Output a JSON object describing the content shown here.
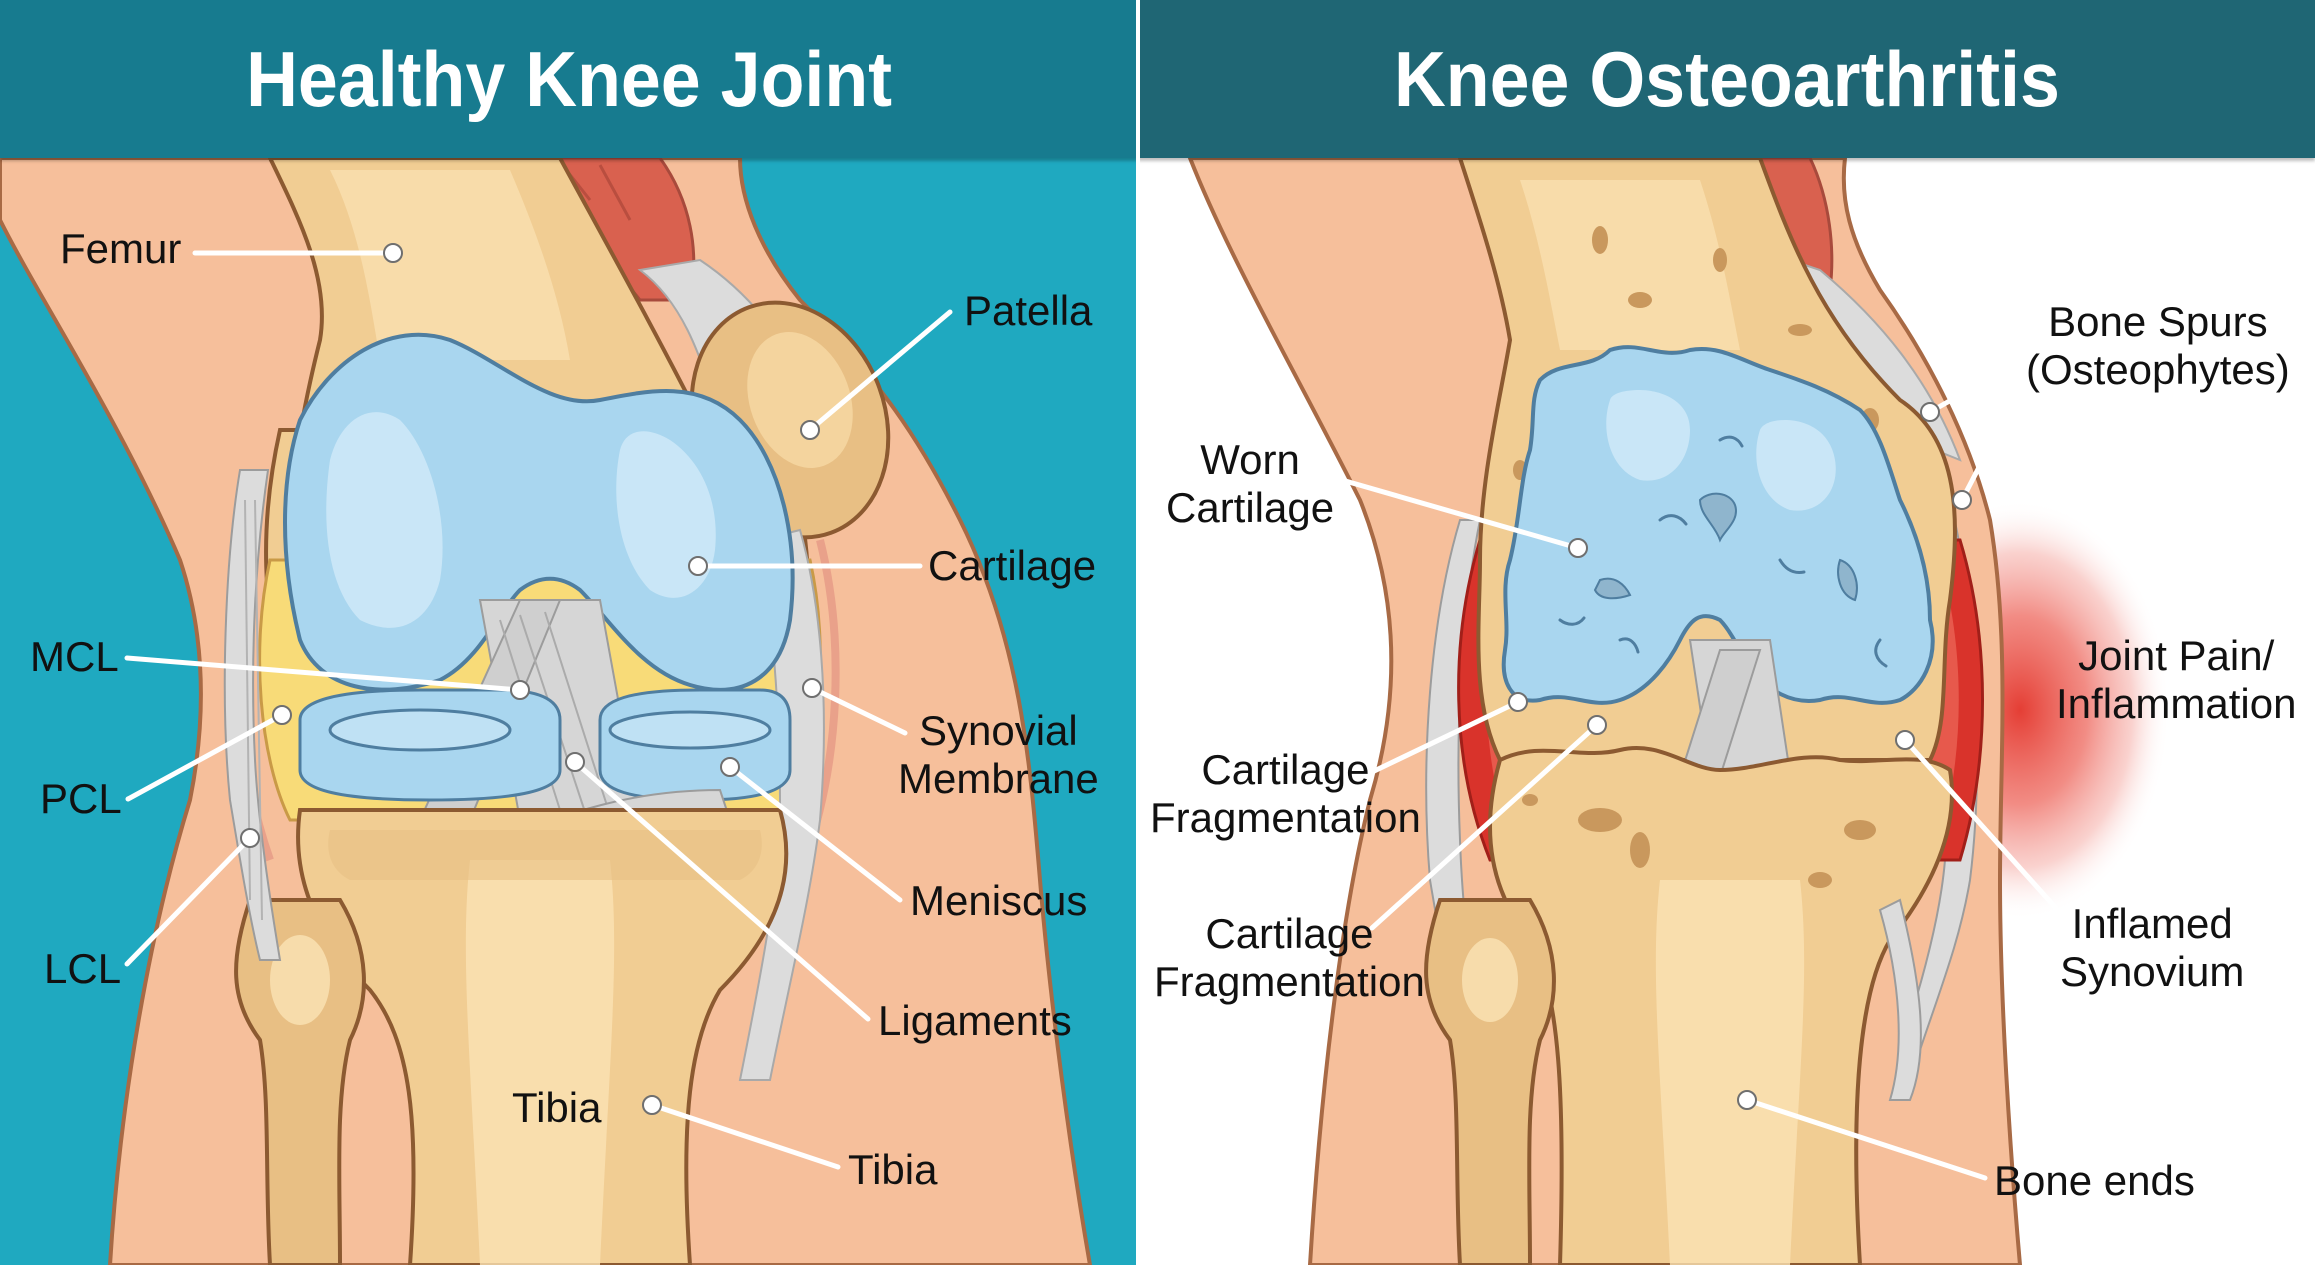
{
  "colors": {
    "header_left": "#177b8f",
    "header_right": "#1f6674",
    "bg_left": "#1fa9c0",
    "bg_right": "#ffffff",
    "skin": "#f6bf9b",
    "skin_outline": "#a86a45",
    "bone": "#f1cd93",
    "bone_light": "#fbe2b4",
    "bone_dark": "#e3b47c",
    "cartilage": "#a9d6ef",
    "cartilage_dark": "#7fb7d9",
    "synovial": "#f8db78",
    "ligament": "#d9d9d9",
    "muscle": "#d9614f",
    "inflamed": "#e0352b",
    "label_text": "#111111",
    "leader": "#ffffff"
  },
  "panels": [
    {
      "id": "healthy",
      "title": "Healthy Knee Joint",
      "labels": [
        {
          "key": "femur",
          "text": "Femur"
        },
        {
          "key": "patella",
          "text": "Patella"
        },
        {
          "key": "cartilage",
          "text": "Cartilage"
        },
        {
          "key": "mcl",
          "text": "MCL"
        },
        {
          "key": "synovial",
          "text": "Synovial\nMembrane"
        },
        {
          "key": "pcl",
          "text": "PCL"
        },
        {
          "key": "meniscus",
          "text": "Meniscus"
        },
        {
          "key": "lcl",
          "text": "LCL"
        },
        {
          "key": "ligaments",
          "text": "Ligaments"
        },
        {
          "key": "tibia_inner",
          "text": "Tibia"
        },
        {
          "key": "tibia_outer",
          "text": "Tibia"
        }
      ]
    },
    {
      "id": "osteoarthritis",
      "title": "Knee Osteoarthritis",
      "labels": [
        {
          "key": "bone_spurs",
          "text": "Bone Spurs\n(Osteophytes)"
        },
        {
          "key": "worn_cartilage",
          "text": "Worn\nCartilage"
        },
        {
          "key": "joint_pain",
          "text": "Joint Pain/\nInflammation"
        },
        {
          "key": "cart_frag_1",
          "text": "Cartilage\nFragmentation"
        },
        {
          "key": "cart_frag_2",
          "text": "Cartilage\nFragmentation"
        },
        {
          "key": "inflamed_synovium",
          "text": "Inflamed\nSynovium"
        },
        {
          "key": "bone_ends",
          "text": "Bone ends"
        }
      ]
    }
  ]
}
